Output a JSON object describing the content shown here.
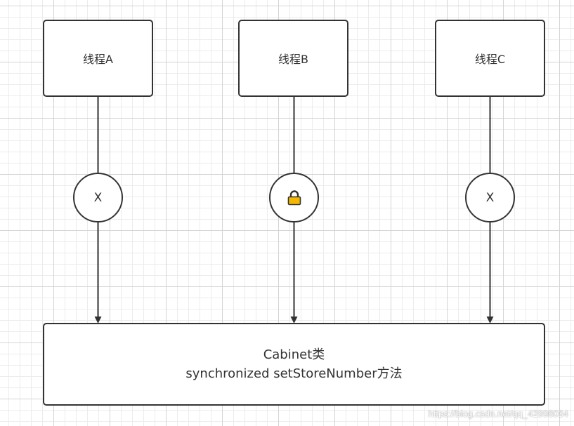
{
  "threads": [
    {
      "label": "线程A",
      "gate": "X"
    },
    {
      "label": "线程B",
      "gate": "lock-icon"
    },
    {
      "label": "线程C",
      "gate": "X"
    }
  ],
  "cabinet": {
    "title": "Cabinet类",
    "method": "synchronized setStoreNumber方法"
  },
  "colors": {
    "stroke": "#333333",
    "lock_body": "#f5b800",
    "grid_major": "#d4d4d4",
    "grid_minor": "#ececec"
  },
  "watermark": "https://blog.csdn.net/qq_42998034"
}
